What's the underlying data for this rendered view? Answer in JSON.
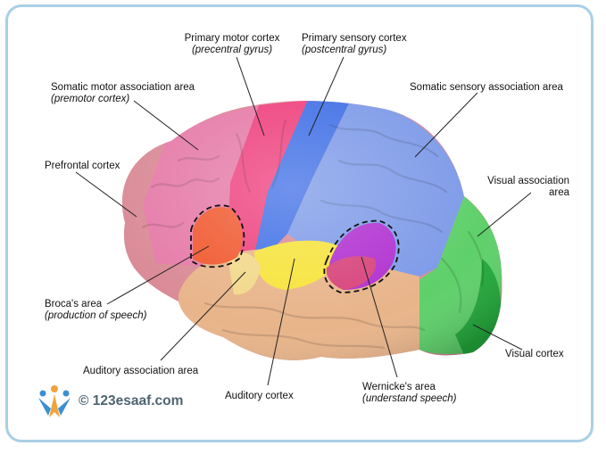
{
  "labels": {
    "primary_motor": {
      "title": "Primary motor cortex",
      "sub": "(precentral gyrus)"
    },
    "primary_sensory": {
      "title": "Primary sensory cortex",
      "sub": "(postcentral gyrus)"
    },
    "somatic_motor": {
      "title": "Somatic motor association area",
      "sub": "(premotor cortex)"
    },
    "somatic_sensory": {
      "title": "Somatic sensory association area"
    },
    "prefrontal": {
      "title": "Prefrontal cortex"
    },
    "visual_association": {
      "line1": "Visual association",
      "line2": "area"
    },
    "broca": {
      "title": "Broca's area",
      "sub": "(production of speech)"
    },
    "visual_cortex": {
      "title": "Visual cortex"
    },
    "auditory_association": {
      "title": "Auditory association area"
    },
    "auditory_cortex": {
      "title": "Auditory cortex"
    },
    "wernicke": {
      "title": "Wernicke's area",
      "sub": "(understand speech)"
    }
  },
  "watermark": {
    "text": "© 123esaaf.com"
  },
  "colors": {
    "frame": "#a9cfe6",
    "prefrontal": "#d98a96",
    "premotor": "#e57aa8",
    "primary_motor": "#ee3f7c",
    "primary_sensory": "#3f6fe6",
    "sensory_association": "#7d9ae8",
    "visual_association": "#5ed06a",
    "visual_cortex": "#22a83a",
    "auditory_association": "#e8b48a",
    "auditory_cortex": "#f6e33a",
    "broca": "#f0582e",
    "wernicke": "#b02fd0"
  }
}
